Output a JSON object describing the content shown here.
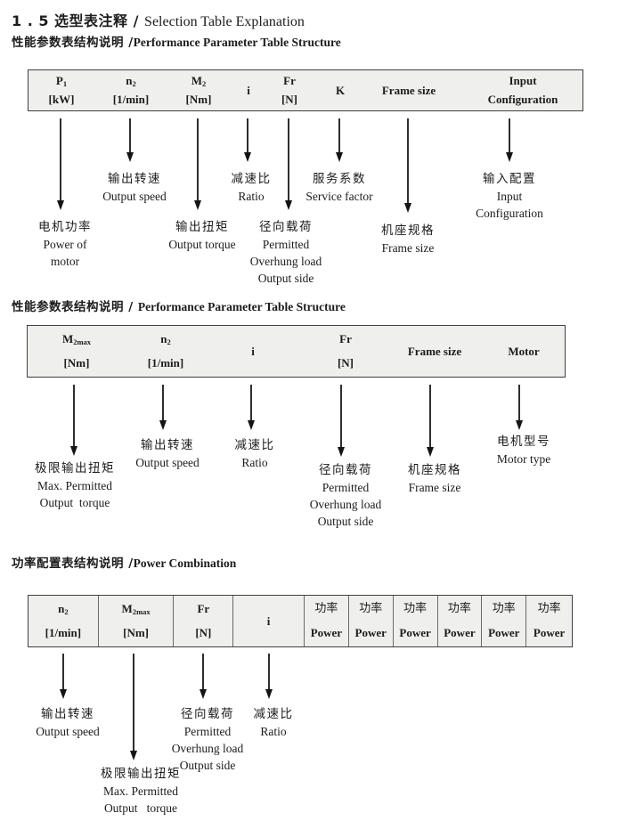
{
  "title": {
    "zh": "1 . 5 选型表注释 / ",
    "en": "Selection Table Explanation"
  },
  "sections": [
    {
      "heading_zh": "性能参数表结构说明 /",
      "heading_en": "Performance Parameter Table Structure",
      "columns": [
        {
          "base": "P",
          "sub": "1",
          "line2": "[kW]"
        },
        {
          "base": "n",
          "sub": "2",
          "line2": "[1/min]"
        },
        {
          "base": "M",
          "sub": "2",
          "line2": "[Nm]"
        },
        {
          "base": "i",
          "sub": "",
          "line2": ""
        },
        {
          "base": "Fr",
          "sub": "",
          "line2": "[N]"
        },
        {
          "base": "K",
          "sub": "",
          "line2": ""
        },
        {
          "base": "Frame size",
          "sub": "",
          "line2": ""
        },
        {
          "base": "Input",
          "sub": "",
          "line2": "Configuration"
        }
      ],
      "callouts": [
        {
          "zh": "电机功率",
          "lines": [
            "Power of",
            "motor"
          ]
        },
        {
          "zh": "输出转速",
          "lines": [
            "Output speed"
          ]
        },
        {
          "zh": "输出扭矩",
          "lines": [
            "Output torque"
          ]
        },
        {
          "zh": "减速比",
          "lines": [
            "Ratio"
          ]
        },
        {
          "zh": "径向载荷",
          "lines": [
            "Permitted",
            "Overhung load",
            "Output side"
          ]
        },
        {
          "zh": "服务系数",
          "lines": [
            "Service factor"
          ]
        },
        {
          "zh": "机座规格",
          "lines": [
            "Frame size"
          ]
        },
        {
          "zh": "输入配置",
          "lines": [
            "Input",
            "Configuration"
          ]
        }
      ]
    },
    {
      "heading_zh": "性能参数表结构说明 / ",
      "heading_en": "Performance Parameter Table Structure",
      "columns": [
        {
          "base": "M",
          "sub": "2max",
          "line2": "[Nm]"
        },
        {
          "base": "n",
          "sub": "2",
          "line2": "[1/min]"
        },
        {
          "base": "i",
          "sub": "",
          "line2": ""
        },
        {
          "base": "Fr",
          "sub": "",
          "line2": "[N]"
        },
        {
          "base": "Frame size",
          "sub": "",
          "line2": ""
        },
        {
          "base": "Motor",
          "sub": "",
          "line2": ""
        }
      ],
      "callouts": [
        {
          "zh": "极限输出扭矩",
          "lines": [
            "Max. Permitted",
            "Output  torque"
          ]
        },
        {
          "zh": "输出转速",
          "lines": [
            "Output speed"
          ]
        },
        {
          "zh": "减速比",
          "lines": [
            "Ratio"
          ]
        },
        {
          "zh": "径向载荷",
          "lines": [
            "Permitted",
            "Overhung load",
            "Output side"
          ]
        },
        {
          "zh": "机座规格",
          "lines": [
            "Frame size"
          ]
        },
        {
          "zh": "电机型号",
          "lines": [
            "Motor type"
          ]
        }
      ]
    },
    {
      "heading_zh": "功率配置表结构说明 /",
      "heading_en": "Power Combination",
      "columns": [
        {
          "base": "n",
          "sub": "2",
          "line2": "[1/min]"
        },
        {
          "base": "M",
          "sub": "2max",
          "line2": "[Nm]"
        },
        {
          "base": "Fr",
          "sub": "",
          "line2": "[N]"
        },
        {
          "base": "i",
          "sub": "",
          "line2": ""
        }
      ],
      "power": {
        "zh": "功率",
        "en": "Power"
      },
      "callouts": [
        {
          "zh": "输出转速",
          "lines": [
            "Output speed"
          ]
        },
        {
          "zh": "极限输出扭矩",
          "lines": [
            "Max. Permitted",
            "Output   torque"
          ]
        },
        {
          "zh": "径向载荷",
          "lines": [
            "Permitted",
            "Overhung load",
            "Output side"
          ]
        },
        {
          "zh": "减速比",
          "lines": [
            "Ratio"
          ]
        }
      ]
    }
  ]
}
